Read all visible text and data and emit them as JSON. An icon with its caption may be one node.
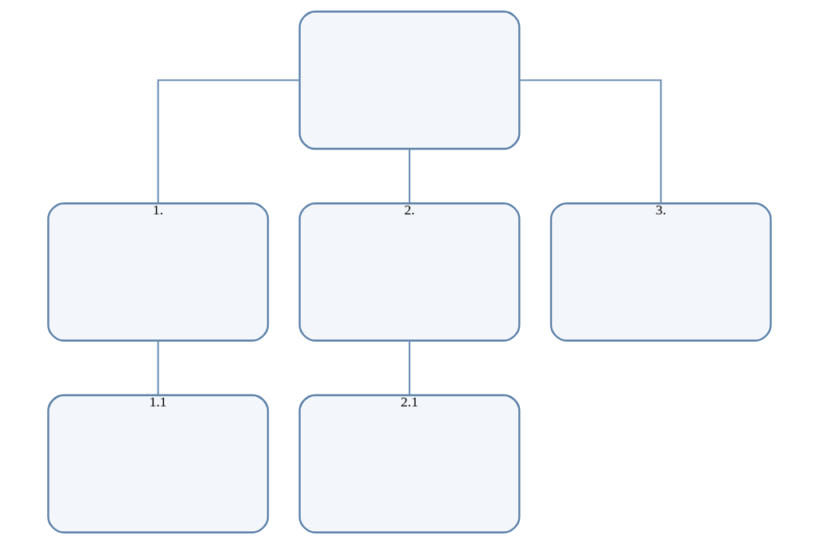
{
  "diagram": {
    "nodes": [
      {
        "text": [],
        "shape": "box"
      },
      {
        "text": [
          "1."
        ]
      },
      {
        "text": [
          "2."
        ]
      },
      {
        "text": [
          "3."
        ]
      },
      {
        "text": [
          "1.1"
        ]
      },
      {
        "text": [
          "2.1"
        ]
      }
    ],
    "edges": [
      {
        "from": 0,
        "to": 1,
        "arrow": "none"
      },
      {
        "from": 0,
        "to": 2,
        "arrow": "none"
      },
      {
        "from": 0,
        "to": 3,
        "arrow": "none"
      },
      {
        "from": 1,
        "to": 4,
        "arrow": "none"
      },
      {
        "from": 2,
        "to": 5,
        "arrow": "none"
      }
    ]
  }
}
